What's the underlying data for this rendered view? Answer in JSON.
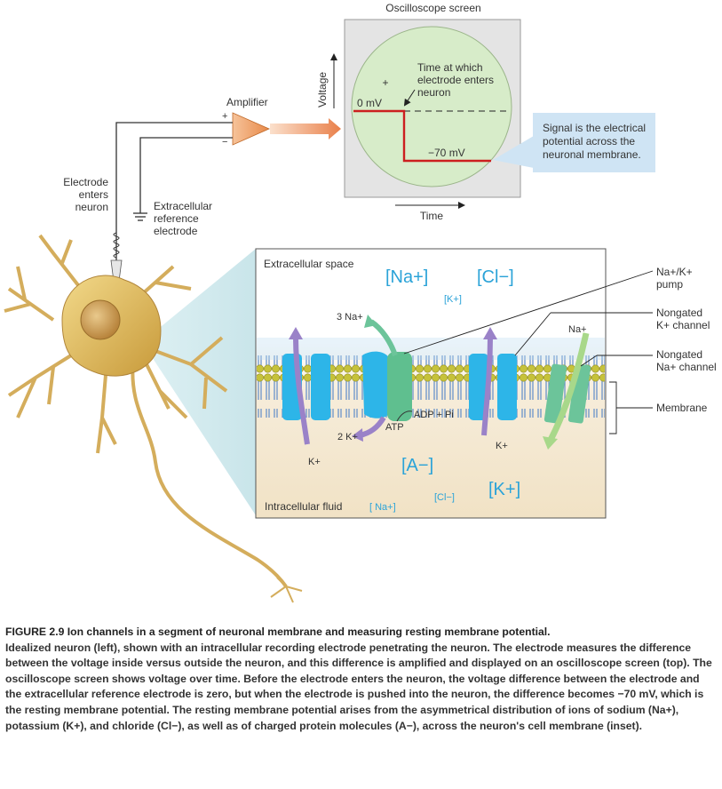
{
  "oscilloscope": {
    "title": "Oscilloscope screen",
    "y_axis": "Voltage",
    "x_axis": "Time",
    "plus": "+",
    "zero_mv": "0 mV",
    "minus_70": "−70 mV",
    "annotation": "Time at which electrode enters neuron",
    "annotation_lines": [
      "Time at which",
      "electrode enters",
      "neuron"
    ]
  },
  "callout": {
    "lines": [
      "Signal is the electrical",
      "potential across the",
      "neuronal membrane."
    ]
  },
  "amplifier": {
    "label": "Amplifier",
    "plus": "+",
    "minus": "−"
  },
  "electrode": {
    "lines": [
      "Electrode",
      "enters",
      "neuron"
    ]
  },
  "reference": {
    "lines": [
      "Extracellular",
      "reference",
      "electrode"
    ]
  },
  "inset": {
    "extracellular_space": "Extracellular space",
    "intracellular_fluid": "Intracellular fluid",
    "na_out": "[Na+]",
    "cl_out": "[Cl−]",
    "k_out": "[K+]",
    "a_in": "[A−]",
    "k_in": "[K+]",
    "cl_in": "[Cl−]",
    "na_in": "[ Na+]",
    "three_na": "3 Na+",
    "two_k": "2 K+",
    "atp": "ATP",
    "adp": "ADP + Pi",
    "k_left": "K+",
    "k_right": "K+",
    "na_right": "Na+"
  },
  "legend": {
    "pump": [
      "Na+/K+",
      "pump"
    ],
    "k_channel": [
      "Nongated",
      "K+ channel"
    ],
    "na_channel": [
      "Nongated",
      "Na+ channel"
    ],
    "membrane": "Membrane"
  },
  "caption": {
    "title": "FIGURE 2.9  Ion channels in a segment of neuronal membrane and measuring resting membrane potential.",
    "body": "Idealized neuron (left), shown with an intracellular recording electrode penetrating the neuron. The electrode measures the difference between the voltage inside versus outside the neuron, and this difference is amplified and displayed on an oscilloscope screen (top). The oscilloscope screen shows voltage over time. Before the electrode enters the neuron, the voltage difference between the electrode and the extracellular reference electrode is zero, but when the electrode is pushed into the neuron, the difference becomes −70 mV, which is the resting membrane potential. The resting membrane potential arises from the asymmetrical distribution of ions of sodium (Na+), potassium (K+), and chloride (Cl−), as well as of charged protein molecules (A−), across the neuron's cell membrane (inset)."
  }
}
